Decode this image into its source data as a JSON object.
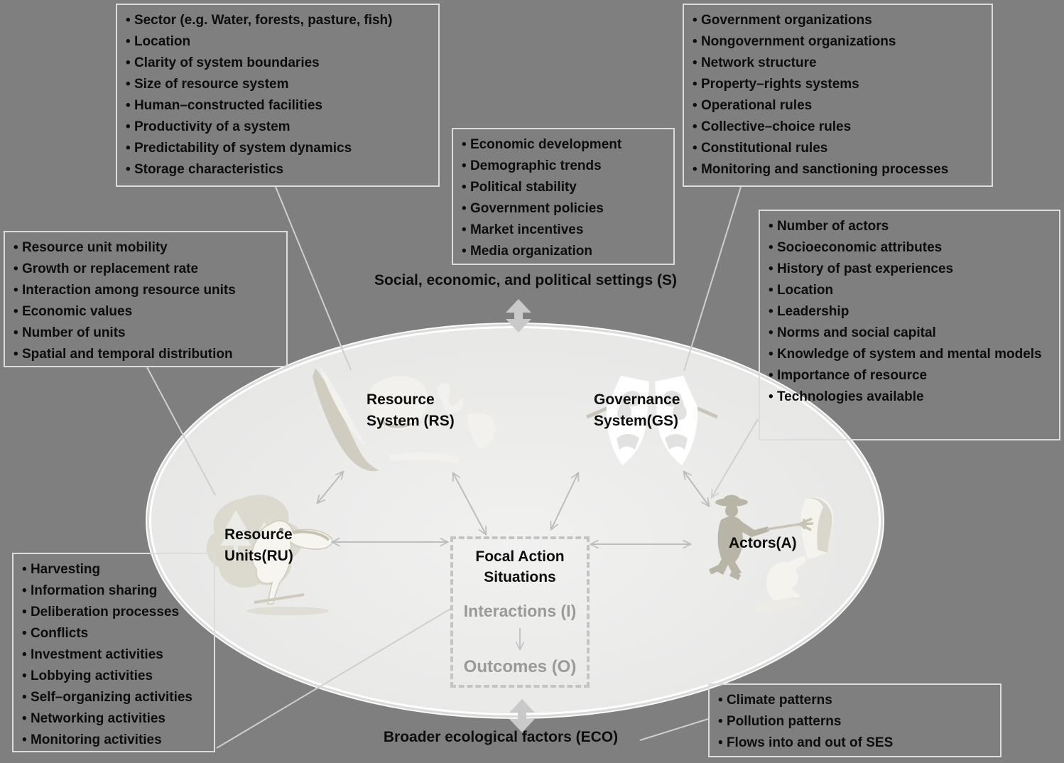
{
  "colors": {
    "background": "#7f7f7f",
    "ellipse_fill": "#e9e9e9",
    "ellipse_border": "#ffffff",
    "box_border": "#dcdcdc",
    "text_primary": "#0d0d0d",
    "muted_text": "#9a9a9a",
    "thin_arrow": "#bdbdbd",
    "block_arrow": "#c9c9c9",
    "leader_line": "#cfcfcf"
  },
  "icons": {
    "resource_system": "archipelago-map-icon",
    "governance_system": "twin-shields-icon",
    "resource_units": "trees-and-toucan-icon",
    "actors": "farmer-and-people-icon",
    "settings_link": "double-block-arrow-icon",
    "eco_link": "double-block-arrow-icon"
  },
  "labels": {
    "settings": "Social, economic, and political settings (S)",
    "eco": "Broader ecological factors (ECO)"
  },
  "nodes": {
    "resource_system": {
      "line1": "Resource",
      "line2": "System (RS)"
    },
    "governance_system": {
      "line1": "Governance",
      "line2": "System(GS)"
    },
    "resource_units": {
      "line1": "Resource",
      "line2": "Units(RU)"
    },
    "actors": {
      "label": "Actors(A)"
    },
    "focal": {
      "line1": "Focal Action",
      "line2": "Situations",
      "interactions": "Interactions (I)",
      "outcomes": "Outcomes (O)"
    }
  },
  "boxes": {
    "resource_system_attributes": {
      "items": [
        "Sector (e.g. Water, forests, pasture, fish)",
        "Location",
        "Clarity of system boundaries",
        "Size of resource system",
        "Human–constructed facilities",
        "Productivity of a system",
        "Predictability of system dynamics",
        "Storage characteristics"
      ]
    },
    "social_settings": {
      "items": [
        "Economic development",
        "Demographic trends",
        "Political stability",
        "Government policies",
        "Market incentives",
        "Media organization"
      ]
    },
    "governance_attributes": {
      "items": [
        "Government organizations",
        "Nongovernment organizations",
        "Network structure",
        "Property–rights systems",
        "Operational rules",
        "Collective–choice rules",
        "Constitutional rules",
        "Monitoring and sanctioning processes"
      ]
    },
    "resource_unit_attributes": {
      "items": [
        "Resource unit mobility",
        "Growth or replacement rate",
        "Interaction among resource units",
        "Economic values",
        "Number of units",
        "Spatial and temporal distribution"
      ]
    },
    "actor_attributes": {
      "items": [
        "Number of actors",
        "Socioeconomic attributes",
        "History of past experiences",
        "Location",
        "Leadership",
        "Norms and social capital",
        "Knowledge of system and mental models",
        "Importance of resource",
        "Technologies available"
      ]
    },
    "interaction_activities": {
      "items": [
        "Harvesting",
        "Information sharing",
        "Deliberation processes",
        "Conflicts",
        "Investment activities",
        "Lobbying activities",
        "Self–organizing activities",
        "Networking activities",
        "Monitoring activities"
      ]
    },
    "ecological_factors": {
      "items": [
        "Climate patterns",
        "Pollution patterns",
        "Flows into and out of SES"
      ]
    }
  }
}
